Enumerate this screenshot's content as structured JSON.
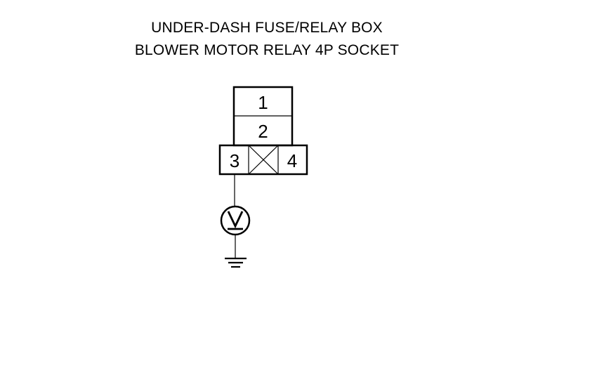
{
  "title": {
    "line1": "UNDER-DASH FUSE/RELAY BOX",
    "line2": "BLOWER MOTOR RELAY 4P SOCKET"
  },
  "connector": {
    "pins": [
      {
        "id": "pin-1",
        "label": "1"
      },
      {
        "id": "pin-2",
        "label": "2"
      },
      {
        "id": "pin-3",
        "label": "3"
      },
      {
        "id": "pin-4",
        "label": "4"
      }
    ],
    "cavity_between_3_4": "empty (crossed)"
  },
  "meter": {
    "symbol": "voltmeter-icon",
    "label": "V"
  },
  "ground": {
    "symbol": "ground-icon"
  },
  "colors": {
    "line": "#000000",
    "background": "#ffffff"
  }
}
